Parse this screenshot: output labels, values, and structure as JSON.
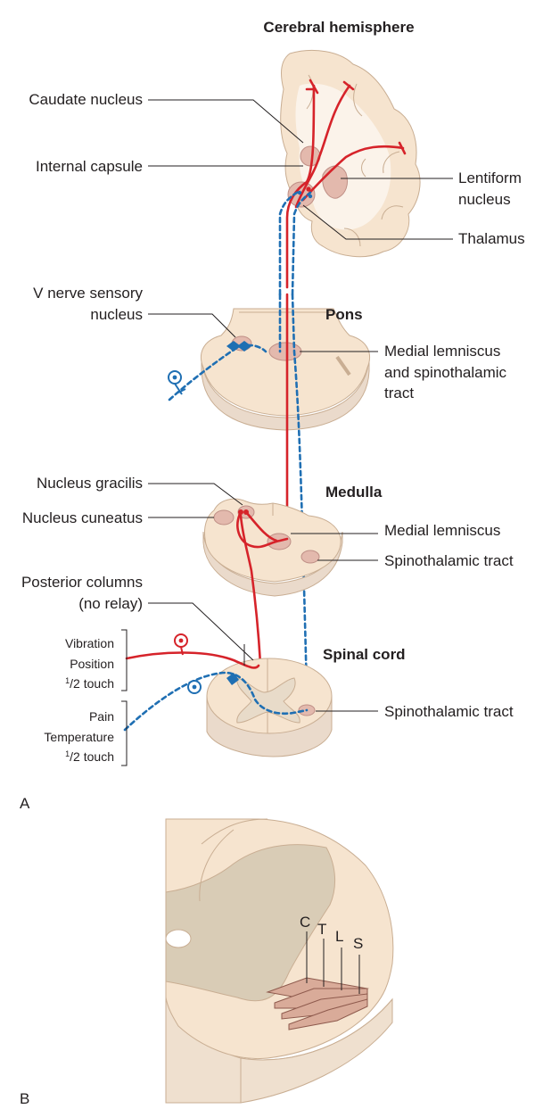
{
  "panel_a": {
    "letter": "A",
    "levels": {
      "cerebral": "Cerebral hemisphere",
      "pons": "Pons",
      "medulla": "Medulla",
      "spinal": "Spinal cord"
    },
    "labels": {
      "caudate": "Caudate nucleus",
      "internal_capsule": "Internal capsule",
      "lentiform_1": "Lentiform",
      "lentiform_2": "nucleus",
      "thalamus": "Thalamus",
      "v_nerve_1": "V nerve sensory",
      "v_nerve_2": "nucleus",
      "ml_st_1": "Medial lemniscus",
      "ml_st_2": "and spinothalamic",
      "ml_st_3": "tract",
      "gracilis": "Nucleus gracilis",
      "cuneatus": "Nucleus cuneatus",
      "medial_lemniscus": "Medial lemniscus",
      "st_medulla": "Spinothalamic tract",
      "posterior_1": "Posterior columns",
      "posterior_2": "(no relay)",
      "st_spinal": "Spinothalamic tract"
    },
    "sensory_groups": {
      "dorsal": {
        "line1": "Vibration",
        "line2": "Position",
        "frac_num": "1",
        "frac_den": "/2 touch"
      },
      "anterolateral": {
        "line1": "Pain",
        "line2": "Temperature",
        "frac_num": "1",
        "frac_den": "/2 touch"
      }
    },
    "colors": {
      "dorsal_column_pathway": "#d6232a",
      "spinothalamic_pathway": "#1f6fb3"
    }
  },
  "panel_b": {
    "letter": "B",
    "lamination": [
      "C",
      "T",
      "L",
      "S"
    ]
  }
}
